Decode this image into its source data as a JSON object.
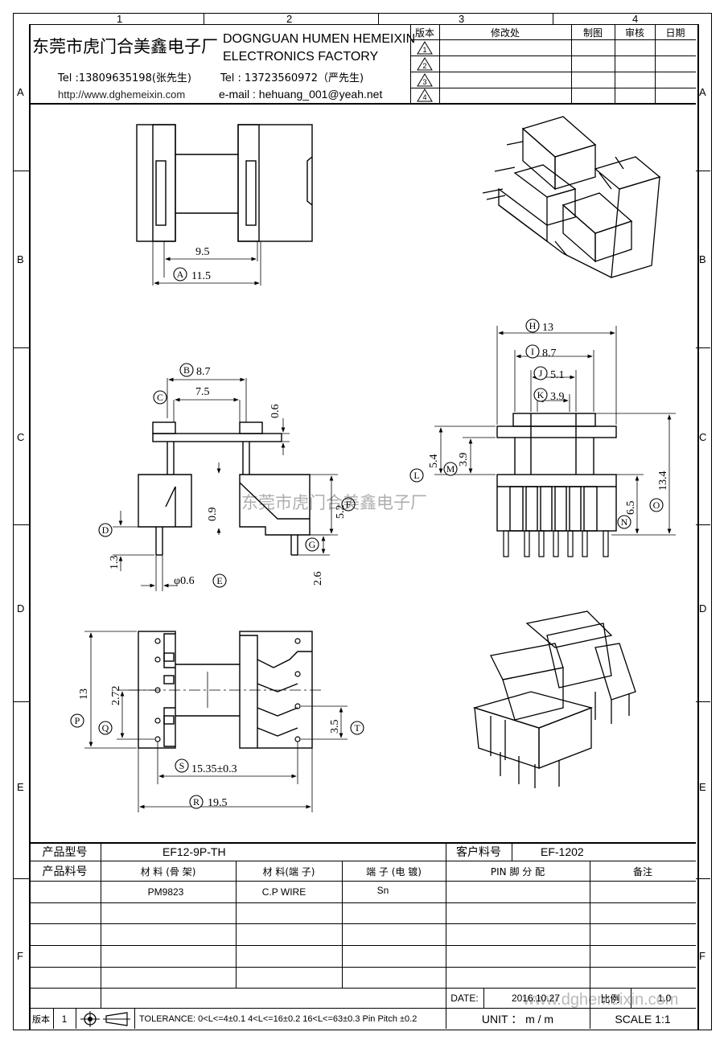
{
  "grid": {
    "columns": [
      "1",
      "2",
      "3",
      "4"
    ],
    "rows": [
      "A",
      "B",
      "C",
      "D",
      "E",
      "F"
    ]
  },
  "company": {
    "name_cn": "东莞市虎门合美鑫电子厂",
    "name_en_line1": "DOGNGUAN HUMEN HEMEIXIN",
    "name_en_line2": "ELECTRONICS FACTORY",
    "tel1": "Tel :13809635198(张先生)",
    "url": "http://www.dghemeixin.com",
    "tel2": "Tel : 13723560972（严先生)",
    "email": "e-mail : hehuang_001@yeah.net"
  },
  "revision_block": {
    "headers": [
      "版本",
      "修改处",
      "制图",
      "审核",
      "日期"
    ],
    "rev_marks": [
      "1",
      "2",
      "3",
      "4"
    ]
  },
  "dimensions": {
    "top_view": {
      "inner": "9.5",
      "A_label": "A",
      "outer": "11.5"
    },
    "side_view": {
      "B_label": "B",
      "B": "8.7",
      "C_label": "C",
      "C": "7.5",
      "flange_t": "0.6",
      "gap": "0.9",
      "F_label": "F",
      "F": "5.2",
      "D_label": "D",
      "D": "1.3",
      "E_label": "E",
      "E": "φ0.6",
      "G_label": "G",
      "G": "2.6"
    },
    "front_view": {
      "H_label": "H",
      "H": "13",
      "I_label": "I",
      "I": "8.7",
      "J_label": "J",
      "J": "5.1",
      "K_label": "K",
      "K": "3.9",
      "L_label": "L",
      "L": "5.4",
      "M_label": "M",
      "M": "3.9",
      "N_label": "N",
      "N": "6.5",
      "O_label": "O",
      "O": "13.4"
    },
    "bottom_view": {
      "P_label": "P",
      "P": "13",
      "Q_label": "Q",
      "Q": "2.72",
      "T_label": "T",
      "T": "3.5",
      "S_label": "S",
      "S": "15.35±0.3",
      "R_label": "R",
      "R": "19.5"
    }
  },
  "watermark": "东莞市虎门合美鑫电子厂",
  "watermark_url": "www.dghemeixin.com",
  "table": {
    "product_model_label": "产品型号",
    "product_model": "EF12-9P-TH",
    "customer_pn_label": "客户料号",
    "customer_pn": "EF-1202",
    "product_pn_label": "产品料号",
    "col_material_bobbin": "材 料 (骨 架)",
    "col_material_terminal": "材 料(端 子)",
    "col_terminal_plating": "端 子 (电 镀)",
    "col_pin_assign": "PIN 脚 分 配",
    "col_remark": "备注",
    "material_bobbin": "PM9823",
    "material_terminal": "C.P WIRE",
    "terminal_plating": "Sn",
    "date_label": "DATE:",
    "date": "2016.10.27",
    "version_label": "版本",
    "version": "1",
    "tolerance": "TOLERANCE: 0<L<=4±0.1  4<L<=16±0.2  16<L<=63±0.3  Pin Pitch  ±0.2",
    "unit": "UNIT ： m / m",
    "scale": "SCALE    1:1",
    "ratio_label": "比例",
    "ratio": "1.0"
  }
}
